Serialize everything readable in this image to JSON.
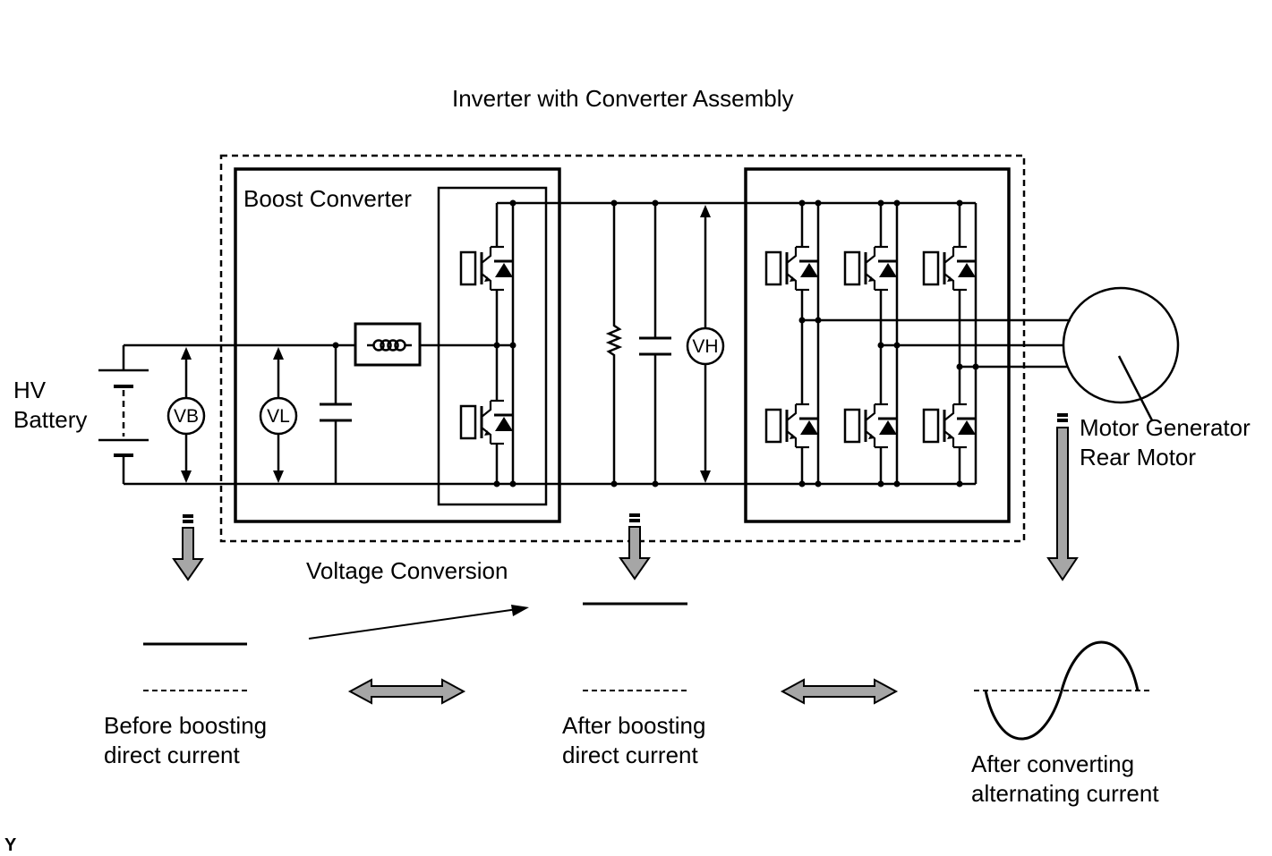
{
  "assembly_title": "Inverter with Converter Assembly",
  "boost_converter_label": "Boost Converter",
  "battery_label": [
    "HV",
    "Battery"
  ],
  "meters": {
    "vb": "VB",
    "vl": "VL",
    "vh": "VH"
  },
  "motor_label": [
    "Motor Generator",
    "Rear Motor"
  ],
  "voltage_conversion_label": "Voltage Conversion",
  "waveforms": {
    "before": [
      "Before boosting",
      "direct current"
    ],
    "after_boost": [
      "After boosting",
      "direct current"
    ],
    "after_convert": [
      "After converting",
      "alternating current"
    ]
  },
  "corner_mark": "Y"
}
